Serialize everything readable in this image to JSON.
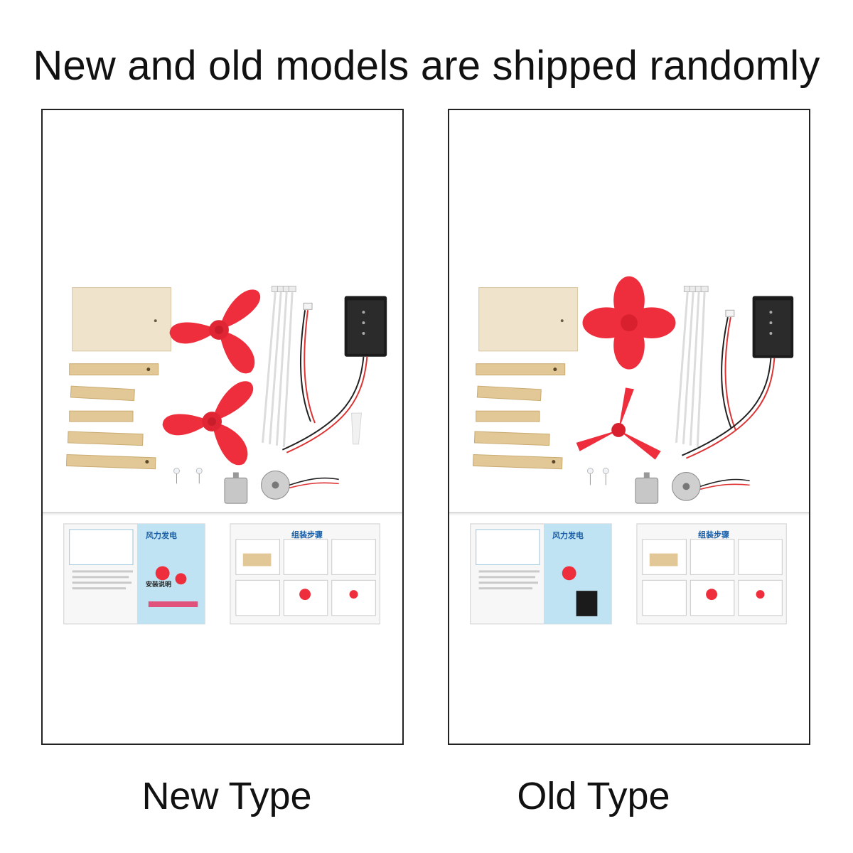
{
  "headline": "New and old models are shipped randomly",
  "panels": [
    {
      "caption": "New Type",
      "fan_top": "three-blade-propeller",
      "fan_bottom": "three-blade-propeller",
      "leaflet_cover_title": "风力发电",
      "leaflet_cover_subtitle": "安装说明",
      "leaflet_steps_title": "组装步骤"
    },
    {
      "caption": "Old Type",
      "fan_top": "four-blade-propeller",
      "fan_bottom": "slim-three-blade-propeller",
      "leaflet_cover_title": "风力发电",
      "leaflet_cover_subtitle": "",
      "leaflet_steps_title": "组装步骤"
    }
  ],
  "colors": {
    "propeller": "#ee2e3c",
    "wood": "#e2c896",
    "wood_board": "#efe3cc",
    "battery_box": "#1b1b1b",
    "leaflet_blue": "#bfe3f3"
  }
}
